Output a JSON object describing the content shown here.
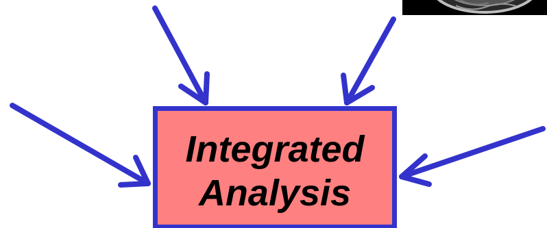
{
  "diagram": {
    "node": {
      "lines": [
        "Integrated",
        "Analysis"
      ]
    },
    "colors": {
      "arrow": "#3333cc",
      "box_fill": "#ff8080",
      "box_border": "#3333cc",
      "text": "#000000"
    },
    "arrows": [
      {
        "id": "top-left",
        "direction": "into-box"
      },
      {
        "id": "top-right",
        "direction": "into-box"
      },
      {
        "id": "left",
        "direction": "into-box"
      },
      {
        "id": "right",
        "direction": "into-box"
      }
    ],
    "image_fragment": "brain-scan-image"
  }
}
